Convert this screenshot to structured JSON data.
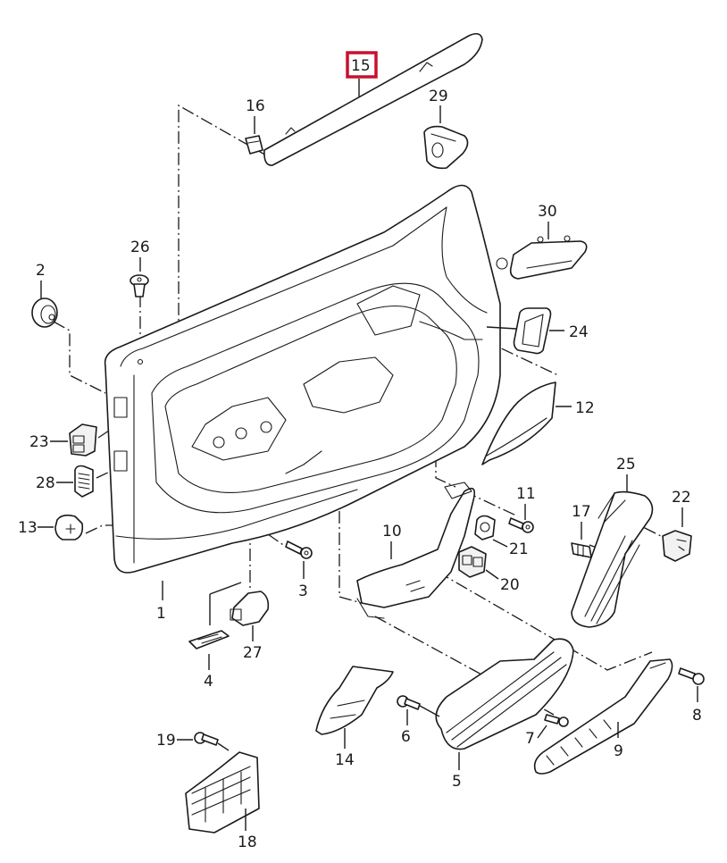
{
  "diagram": {
    "title": "Door trim panel exploded parts diagram",
    "highlight_color": "#c8102e",
    "highlighted_part": "15",
    "callouts": [
      {
        "id": "c1",
        "label": "1"
      },
      {
        "id": "c2",
        "label": "2"
      },
      {
        "id": "c3",
        "label": "3"
      },
      {
        "id": "c4",
        "label": "4"
      },
      {
        "id": "c5",
        "label": "5"
      },
      {
        "id": "c6",
        "label": "6"
      },
      {
        "id": "c7",
        "label": "7"
      },
      {
        "id": "c8",
        "label": "8"
      },
      {
        "id": "c9",
        "label": "9"
      },
      {
        "id": "c10",
        "label": "10"
      },
      {
        "id": "c11",
        "label": "11"
      },
      {
        "id": "c12",
        "label": "12"
      },
      {
        "id": "c13",
        "label": "13"
      },
      {
        "id": "c14",
        "label": "14"
      },
      {
        "id": "c15",
        "label": "15"
      },
      {
        "id": "c16",
        "label": "16"
      },
      {
        "id": "c17",
        "label": "17"
      },
      {
        "id": "c18",
        "label": "18"
      },
      {
        "id": "c19",
        "label": "19"
      },
      {
        "id": "c20",
        "label": "20"
      },
      {
        "id": "c21",
        "label": "21"
      },
      {
        "id": "c22",
        "label": "22"
      },
      {
        "id": "c23",
        "label": "23"
      },
      {
        "id": "c24",
        "label": "24"
      },
      {
        "id": "c25",
        "label": "25"
      },
      {
        "id": "c26",
        "label": "26"
      },
      {
        "id": "c27",
        "label": "27"
      },
      {
        "id": "c28",
        "label": "28"
      },
      {
        "id": "c29",
        "label": "29"
      },
      {
        "id": "c30",
        "label": "30"
      }
    ],
    "labels": {
      "p1": "1",
      "p2": "2",
      "p3": "3",
      "p4": "4",
      "p5": "5",
      "p6": "6",
      "p7": "7",
      "p8": "8",
      "p9": "9",
      "p10": "10",
      "p11": "11",
      "p12": "12",
      "p13": "13",
      "p14": "14",
      "p15": "15",
      "p16": "16",
      "p17": "17",
      "p18": "18",
      "p19": "19",
      "p20": "20",
      "p21": "21",
      "p22": "22",
      "p23": "23",
      "p24": "24",
      "p25": "25",
      "p26": "26",
      "p27": "27",
      "p28": "28",
      "p29": "29",
      "p30": "30"
    }
  }
}
